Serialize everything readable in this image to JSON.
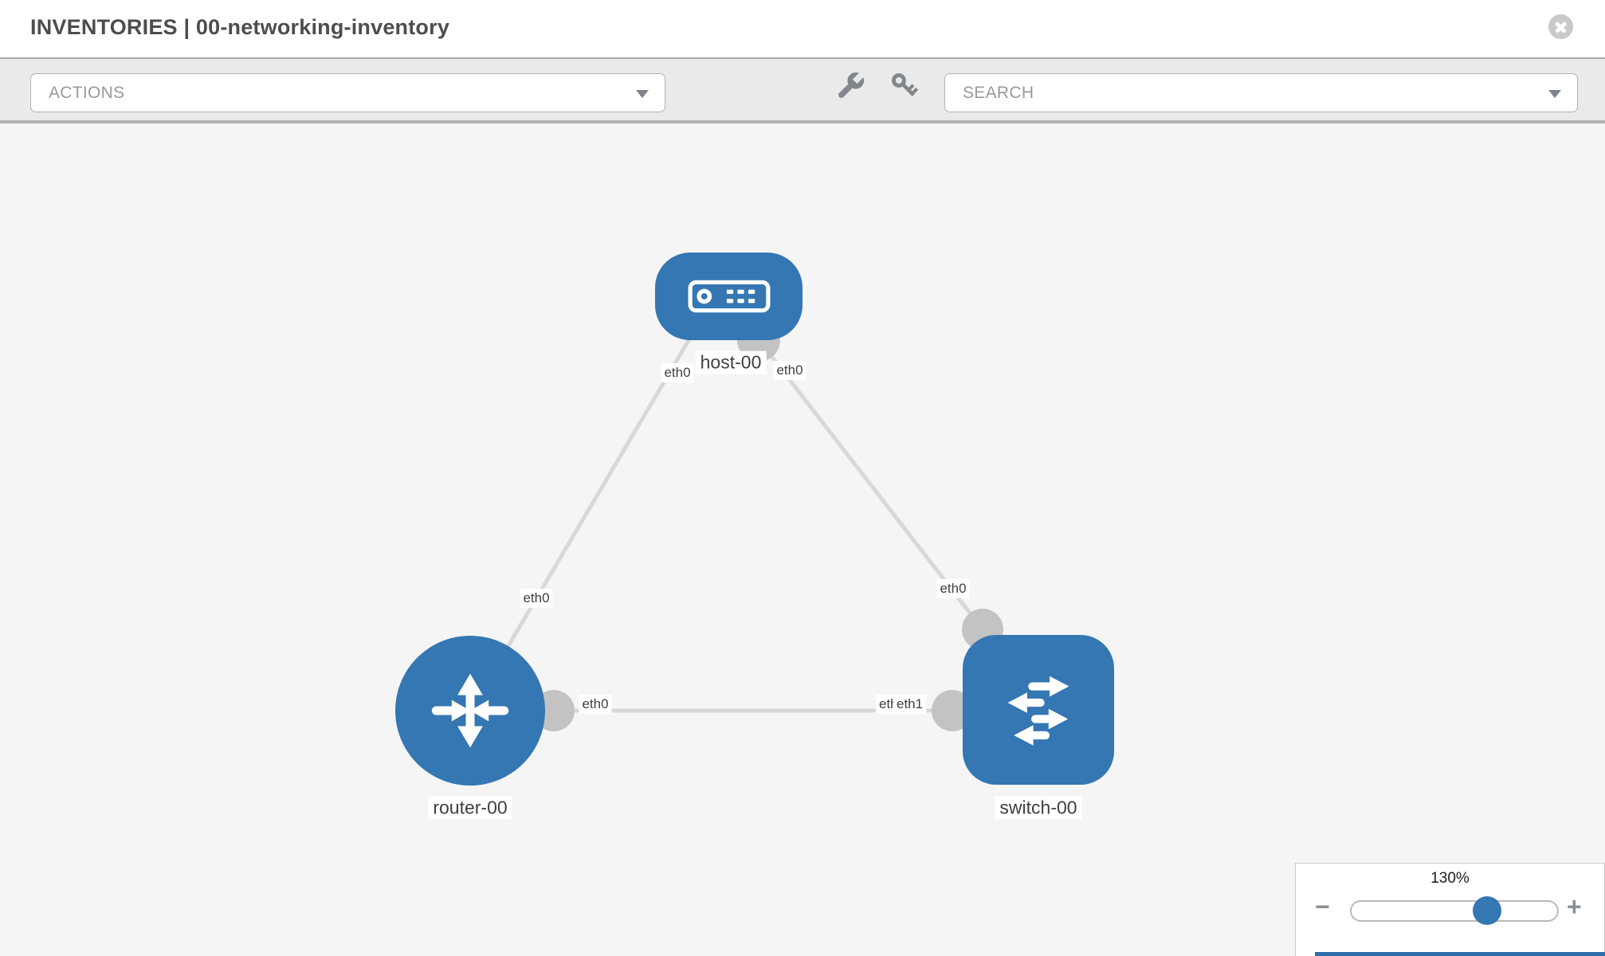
{
  "header": {
    "title": "INVENTORIES | 00-networking-inventory",
    "close_icon": "x-circle"
  },
  "toolbar": {
    "actions_label": "ACTIONS",
    "search_label": "SEARCH",
    "wrench_icon": "wrench",
    "key_icon": "key",
    "caret_icon": "chevron-down"
  },
  "topology": {
    "nodes": [
      {
        "id": "host-00",
        "type": "host",
        "label": "host-00"
      },
      {
        "id": "router-00",
        "type": "router",
        "label": "router-00"
      },
      {
        "id": "switch-00",
        "type": "switch",
        "label": "switch-00"
      }
    ],
    "links": [
      {
        "from": "host-00",
        "from_if": "eth0",
        "to": "router-00",
        "to_if": "eth0"
      },
      {
        "from": "host-00",
        "from_if": "eth0",
        "to": "switch-00",
        "to_if": "eth0"
      },
      {
        "from": "router-00",
        "from_if": "eth0",
        "to": "switch-00",
        "to_if": "eth1"
      }
    ],
    "mid_back_label": "eth0"
  },
  "zoom_control": {
    "value": "130%",
    "minus": "−",
    "plus": "+"
  },
  "colors": {
    "node_blue": "#3477b2",
    "link_gray": "#d8d8d8",
    "port_gray": "#c3c3c3",
    "toolbar_gray": "#eaeaea",
    "canvas_gray": "#f5f5f5"
  }
}
